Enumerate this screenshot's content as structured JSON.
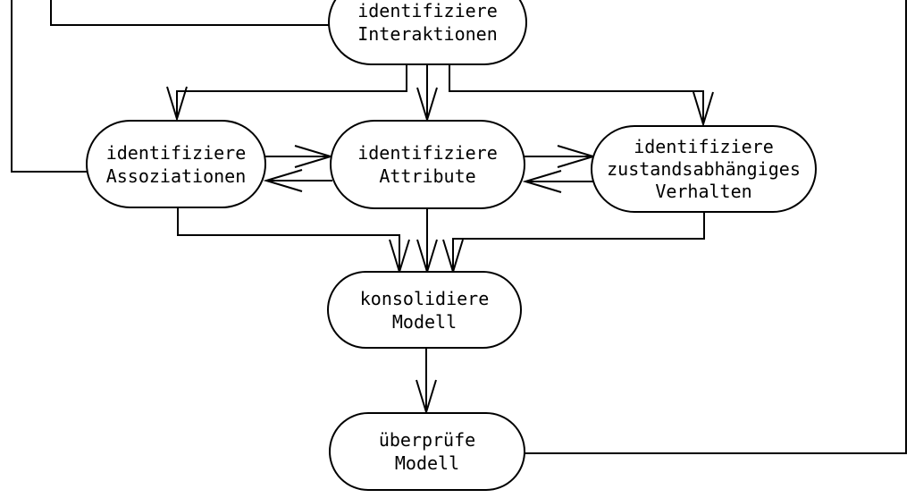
{
  "colors": {
    "background": "#ffffff",
    "line": "#000000",
    "text": "#000000"
  },
  "nodes": {
    "interaktionen": {
      "lines": [
        "identifiziere",
        "Interaktionen"
      ]
    },
    "assoziationen": {
      "lines": [
        "identifiziere",
        "Assoziationen"
      ]
    },
    "attribute": {
      "lines": [
        "identifiziere",
        "Attribute"
      ]
    },
    "verhalten": {
      "lines": [
        "identifiziere",
        "zustandsabhängiges",
        "Verhalten"
      ]
    },
    "konsolidiere": {
      "lines": [
        "konsolidiere",
        "Modell"
      ]
    },
    "ueberpruefe": {
      "lines": [
        "überprüfe",
        "Modell"
      ]
    }
  },
  "edges": [
    {
      "from": "identifiziere Interaktionen",
      "to": "identifiziere Assoziationen",
      "style": "arrow"
    },
    {
      "from": "identifiziere Interaktionen",
      "to": "identifiziere Attribute",
      "style": "arrow"
    },
    {
      "from": "identifiziere Interaktionen",
      "to": "identifiziere zustandsabhängiges Verhalten",
      "style": "arrow"
    },
    {
      "from": "identifiziere Assoziationen",
      "to": "identifiziere Attribute",
      "style": "arrow"
    },
    {
      "from": "identifiziere Attribute",
      "to": "identifiziere Assoziationen",
      "style": "arrow"
    },
    {
      "from": "identifiziere Attribute",
      "to": "identifiziere zustandsabhängiges Verhalten",
      "style": "arrow"
    },
    {
      "from": "identifiziere zustandsabhängiges Verhalten",
      "to": "identifiziere Attribute",
      "style": "arrow"
    },
    {
      "from": "identifiziere Assoziationen",
      "to": "konsolidiere Modell",
      "style": "arrow"
    },
    {
      "from": "identifiziere Attribute",
      "to": "konsolidiere Modell",
      "style": "arrow"
    },
    {
      "from": "identifiziere zustandsabhängiges Verhalten",
      "to": "konsolidiere Modell",
      "style": "arrow"
    },
    {
      "from": "konsolidiere Modell",
      "to": "überprüfe Modell",
      "style": "arrow"
    },
    {
      "from": "überprüfe Modell",
      "to": "off-screen top right",
      "style": "plain-line"
    },
    {
      "from": "off-screen top left",
      "to": "identifiziere Interaktionen",
      "style": "plain-line"
    },
    {
      "from": "off-screen top left",
      "to": "identifiziere Assoziationen",
      "style": "plain-line"
    }
  ]
}
